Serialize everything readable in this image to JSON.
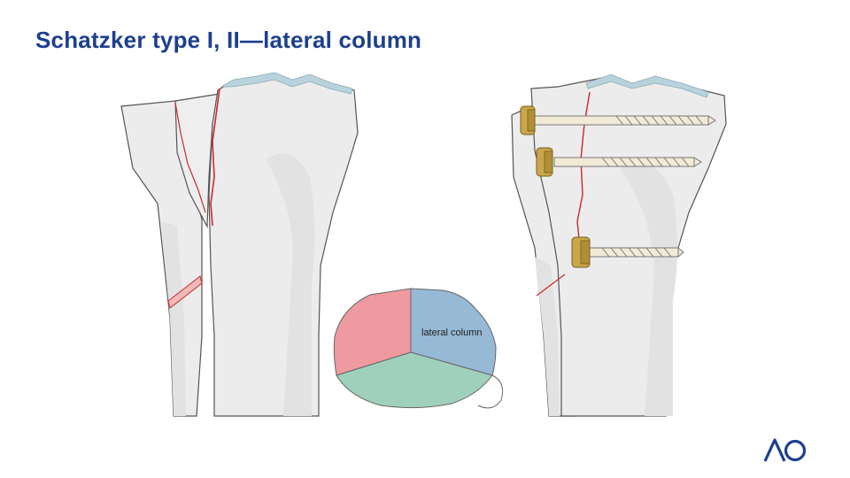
{
  "slide": {
    "title": "Schatzker type I, II—lateral column"
  },
  "diagram": {
    "column_label": "lateral column"
  },
  "colors": {
    "title": "#1d3f8f",
    "bone_fill": "#ececec",
    "bone_shadow": "#e1e1e1",
    "bone_outline": "#555555",
    "cartilage": "#b9d3dc",
    "fracture_line": "#c92a2a",
    "screw_head": "#c8a74a",
    "screw_shaft": "#f1ead7",
    "medial_column": "#ef9aa0",
    "lateral_column": "#96b9d6",
    "posterior_column": "#9fd0bb",
    "logo": "#1d3f8f"
  },
  "logo": {
    "text": "AO"
  }
}
